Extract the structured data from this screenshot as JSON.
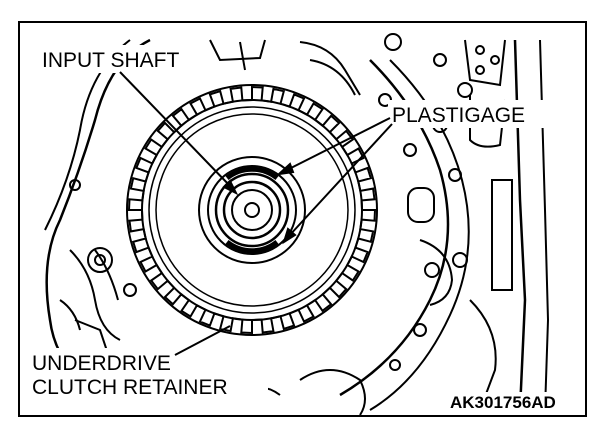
{
  "labels": {
    "input_shaft": "INPUT SHAFT",
    "plastigage": "PLASTIGAGE",
    "underdrive_line1": "UNDERDRIVE",
    "underdrive_line2": "CLUTCH RETAINER",
    "figure_code": "AK301756AD"
  },
  "colors": {
    "ink": "#000000",
    "background": "#ffffff"
  }
}
